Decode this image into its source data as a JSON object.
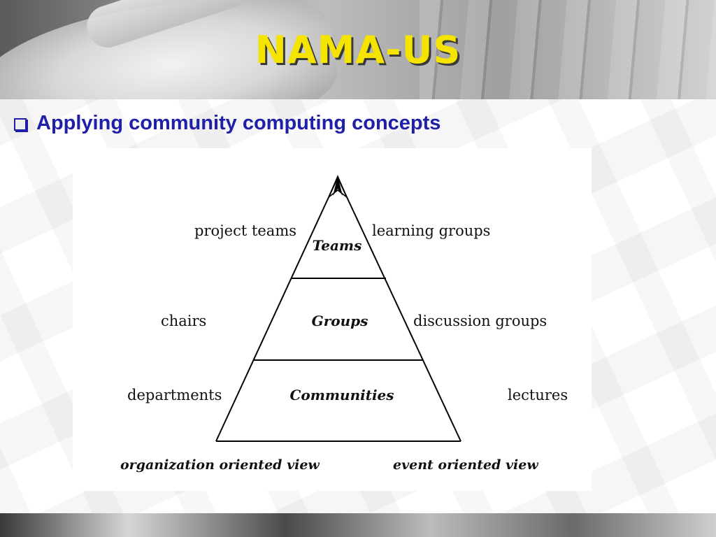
{
  "slide": {
    "title": "NAMA-US",
    "bullet_text": "Applying community computing concepts"
  },
  "diagram": {
    "levels": [
      "Teams",
      "Groups",
      "Communities"
    ],
    "left_labels": [
      "project teams",
      "chairs",
      "departments"
    ],
    "right_labels": [
      "learning groups",
      "discussion groups",
      "lectures"
    ],
    "bottom_left_label": "organization oriented view",
    "bottom_right_label": "event oriented view"
  },
  "colors": {
    "title": "#f4e400",
    "bullet": "#1f1fa8"
  }
}
